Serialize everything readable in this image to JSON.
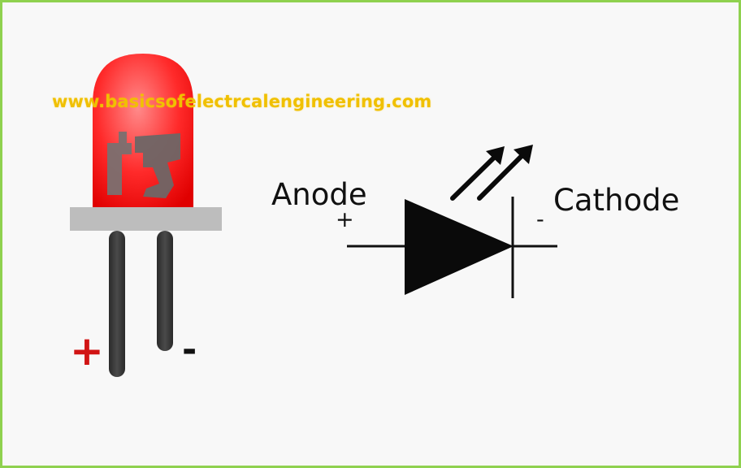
{
  "watermark": "www.basicsofelectrcalengineering.com",
  "labels": {
    "anode": "Anode",
    "cathode": "Cathode",
    "symbol_plus": "+",
    "symbol_minus": "-",
    "lead_plus": "+",
    "lead_minus": "-"
  },
  "colors": {
    "frame_border": "#8fd14f",
    "led_dome": "#ff1a1a",
    "watermark": "#f0c000",
    "plus_sign": "#d11414"
  }
}
